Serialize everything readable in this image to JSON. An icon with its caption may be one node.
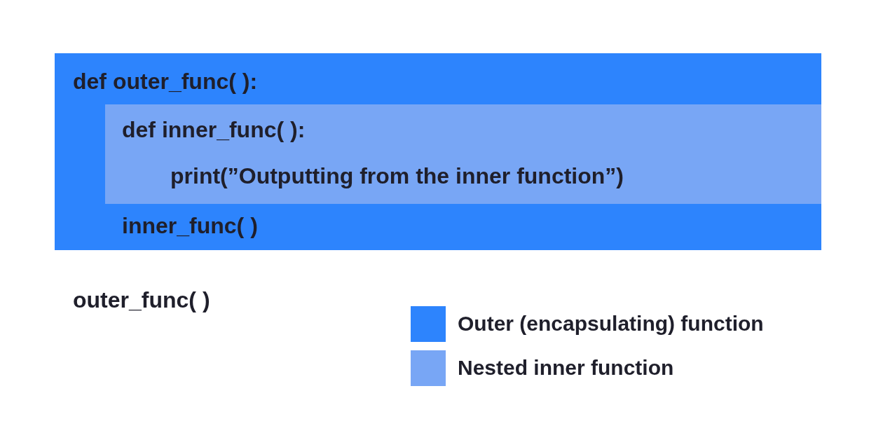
{
  "diagram": {
    "nodes": [
      {
        "text": [
          "def outer_func( ):",
          "inner_func( )"
        ]
      },
      {
        "text": [
          "def inner_func( ):",
          "print(”Outputting from the inner function”)"
        ],
        "in": 0
      }
    ],
    "labels": [
      "outer_func( )"
    ],
    "legend": [
      {
        "text": "Outer (encapsulating) function",
        "color": "#2d84fd"
      },
      {
        "text": "Nested inner function",
        "color": "#78a6f5"
      }
    ]
  }
}
